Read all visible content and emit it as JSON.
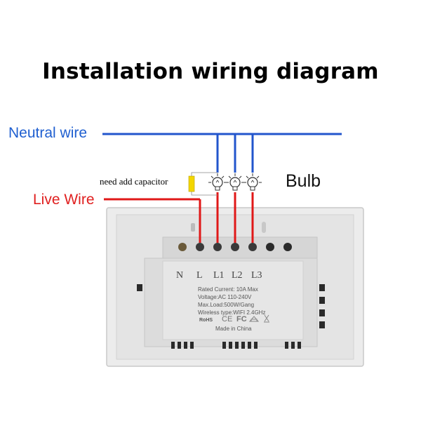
{
  "title": "Installation wiring diagram",
  "labels": {
    "neutral": "Neutral wire",
    "live": "Live Wire",
    "capacitor": "need add capacitor",
    "bulb": "Bulb"
  },
  "terminals": [
    "N",
    "L",
    "L1",
    "L2",
    "L3"
  ],
  "specs": {
    "current": "Rated Current: 10A Max",
    "voltage": "Voltage:AC 110-240V",
    "load": "Max.Load:500W/Gang",
    "wireless": "Wireless type:WIFI 2.4GHz",
    "made_in": "Made in China"
  },
  "cert_marks": [
    "RoHS",
    "CE",
    "FC"
  ],
  "colors": {
    "neutral_wire": "#2255cc",
    "live_wire": "#e01818",
    "capacitor": "#f3d600",
    "panel": "#e9e9e9",
    "module": "#dedede"
  }
}
